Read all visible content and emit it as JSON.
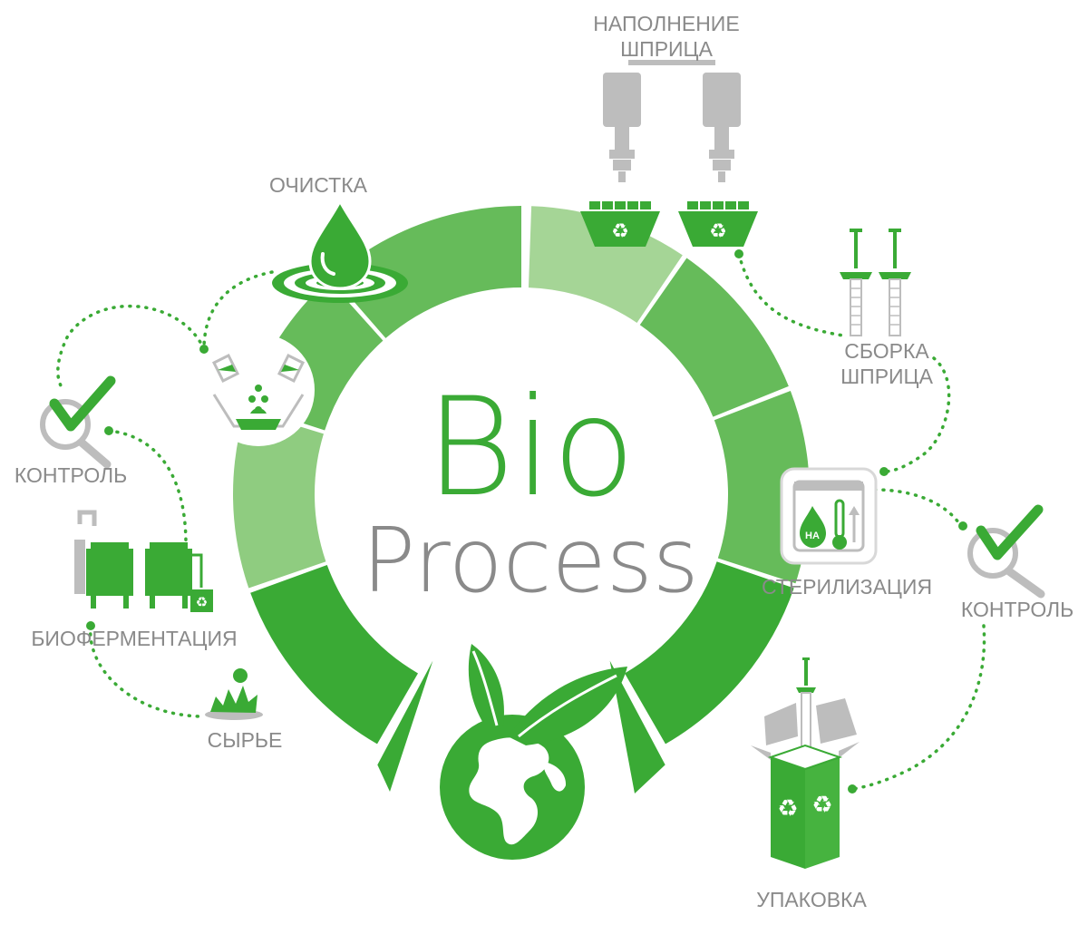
{
  "center": {
    "bio": "Bio",
    "process": "Process"
  },
  "steps": {
    "filling": {
      "line1": "НАПОЛНЕНИЕ",
      "line2": "ШПРИЦА"
    },
    "cleaning": "ОЧИСТКА",
    "assembly": {
      "line1": "СБОРКА",
      "line2": "ШПРИЦА"
    },
    "control_left": "КОНТРОЛЬ",
    "sterilization": "СТЕРИЛИЗАЦИЯ",
    "control_right": "КОНТРОЛЬ",
    "biofermentation": "БИОФЕРМЕНТАЦИЯ",
    "raw": "СЫРЬЕ",
    "packaging": "УПАКОВКА"
  },
  "sterilization_badge": "HA",
  "colors": {
    "green_dark": "#3aaa35",
    "green_mid": "#66bb5a",
    "green_light": "#8fcc80",
    "green_pale": "#a5d596",
    "gray": "#bdbdbd",
    "text_gray": "#8a8a8a"
  }
}
